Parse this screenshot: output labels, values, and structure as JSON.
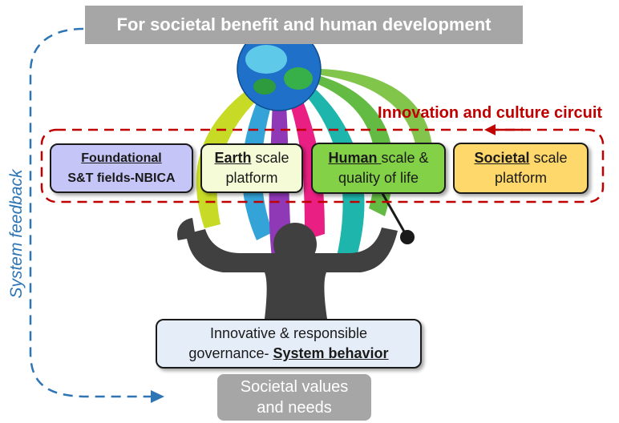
{
  "banner_top": "For societal benefit and human development",
  "banner_bottom": [
    "Societal values",
    "and needs"
  ],
  "circuit_label": "Innovation and culture circuit",
  "feedback_label": "System feedback",
  "boxes": {
    "foundational": {
      "line1": "Foundational",
      "line2": "S&T fields-NBICA"
    },
    "earth": {
      "bold": "Earth",
      "rest": " scale",
      "line2": "platform"
    },
    "human": {
      "bold": "Human ",
      "rest": "scale &",
      "line2": "quality of life"
    },
    "societal": {
      "bold": "Societal",
      "rest": " scale",
      "line2": "platform"
    },
    "governance": {
      "line1": "Innovative & responsible",
      "prefix": "governance- ",
      "bold": "System behavior"
    }
  },
  "colors": {
    "banner_gray": "#a6a6a6",
    "circuit_red": "#c00000",
    "feedback_blue": "#2e75b6",
    "figure_gray": "#404040",
    "foundational_bg": "#c5c5f7",
    "earth_bg": "#f4fbd6",
    "human_bg": "#82d146",
    "societal_bg": "#ffd86b",
    "governance_bg": "#e5eef8"
  },
  "icons": [
    "globe-icon",
    "conductor-figure-icon",
    "baton-icon",
    "arrow-left-icon",
    "arrow-right-icon"
  ]
}
